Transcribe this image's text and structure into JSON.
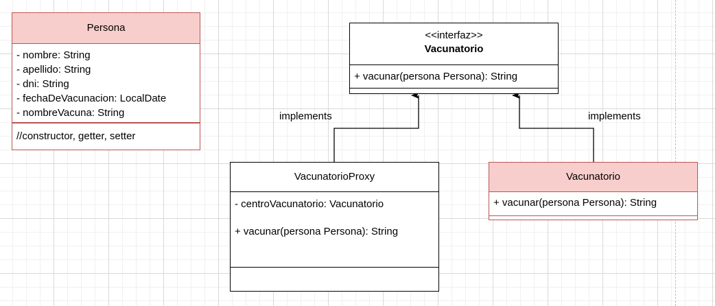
{
  "persona": {
    "title": "Persona",
    "attributes": [
      "- nombre: String",
      "- apellido: String",
      "- dni: String",
      "- fechaDeVacunacion: LocalDate",
      "- nombreVacuna: String"
    ],
    "methods": [
      "//constructor, getter, setter"
    ]
  },
  "interface": {
    "stereotype": "<<interfaz>>",
    "title": "Vacunatorio",
    "methods": [
      "+ vacunar(persona Persona): String"
    ]
  },
  "proxy": {
    "title": "VacunatorioProxy",
    "attributes": [
      "- centroVacunatorio: Vacunatorio"
    ],
    "methods": [
      "+ vacunar(persona Persona): String"
    ]
  },
  "real": {
    "title": "Vacunatorio",
    "methods": [
      "+ vacunar(persona Persona): String"
    ]
  },
  "edges": {
    "left_label": "implements",
    "right_label": "implements"
  },
  "colors": {
    "highlight_fill": "#f8cecc",
    "highlight_stroke": "#b85450"
  }
}
